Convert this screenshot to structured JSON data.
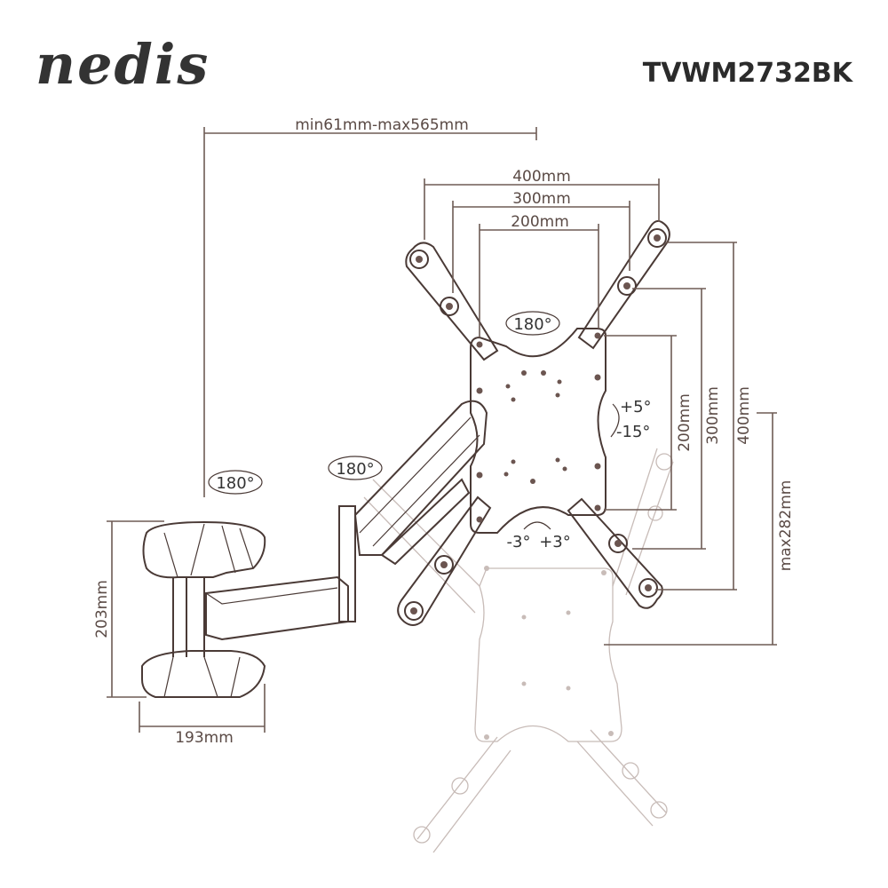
{
  "header": {
    "brand": "nedis",
    "model": "TVWM2732BK"
  },
  "dimensions": {
    "extension": "min61mm-max565mm",
    "vesa_h_400": "400mm",
    "vesa_h_300": "300mm",
    "vesa_h_200": "200mm",
    "vesa_v_200": "200mm",
    "vesa_v_300": "300mm",
    "vesa_v_400": "400mm",
    "max_height_offset": "max282mm",
    "wall_plate_height": "203mm",
    "wall_plate_width": "193mm"
  },
  "rotations": {
    "wall_swivel": "180°",
    "arm_swivel": "180°",
    "plate_rotation": "180°",
    "tilt_up": "+5°",
    "tilt_down": "-15°",
    "level_minus": "-3°",
    "level_plus": "+3°"
  },
  "colors": {
    "line": "#4a3a36",
    "dimension": "#6e5b55",
    "ghost": "#c8bcb8"
  }
}
